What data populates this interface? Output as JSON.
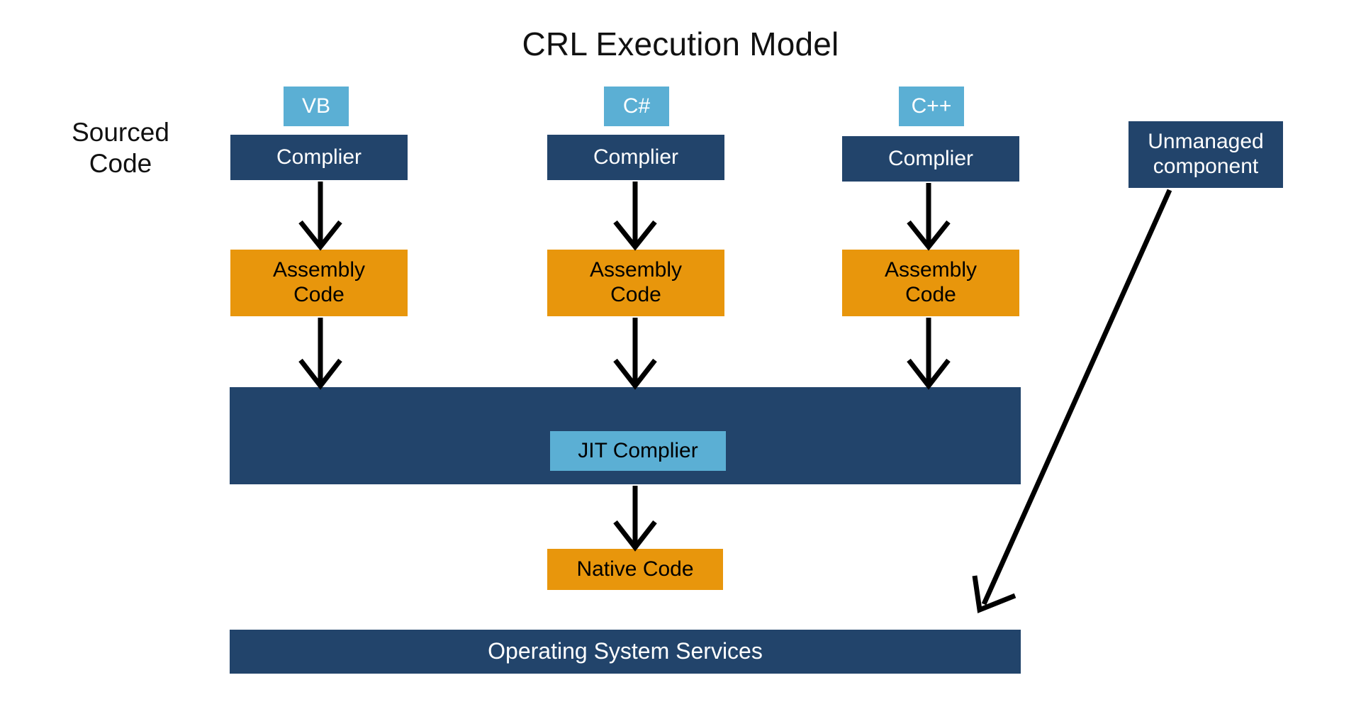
{
  "diagram": {
    "title": "CRL Execution Model",
    "side_label": "Sourced\nCode",
    "side_label_line1": "Sourced",
    "side_label_line2": "Code",
    "columns": [
      {
        "language": "VB",
        "compiler": "Complier",
        "assembly_line1": "Assembly",
        "assembly_line2": "Code"
      },
      {
        "language": "C#",
        "compiler": "Complier",
        "assembly_line1": "Assembly",
        "assembly_line2": "Code"
      },
      {
        "language": "C++",
        "compiler": "Complier",
        "assembly_line1": "Assembly",
        "assembly_line2": "Code"
      }
    ],
    "clr_bar": {
      "label": "",
      "jit_label": "JIT Complier"
    },
    "native_code": "Native Code",
    "os_services": "Operating System Services",
    "unmanaged": {
      "line1": "Unmanaged",
      "line2": "component"
    },
    "colors": {
      "light_blue": "#5BAFD4",
      "dark_blue": "#22446B",
      "orange": "#E8960C",
      "background": "#FFFFFF",
      "arrow": "#000000",
      "title_text": "#111111"
    }
  }
}
